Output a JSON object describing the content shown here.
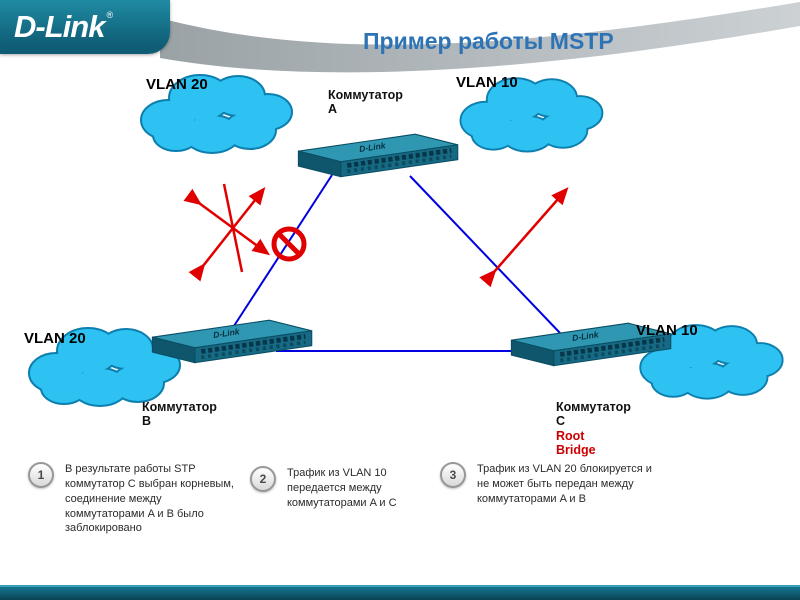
{
  "logo": {
    "text": "D-Link",
    "reg": "®"
  },
  "title": "Пример работы MSTP",
  "clouds": {
    "top_left": "VLAN 20",
    "top_right": "VLAN 10",
    "bottom_left": "VLAN 20",
    "bottom_right": "VLAN 10"
  },
  "switches": {
    "a": {
      "label": "Коммутатор\nA",
      "brand": "D-Link"
    },
    "b": {
      "label": "Коммутатор\nB",
      "brand": "D-Link"
    },
    "c": {
      "label": "Коммутатор\nC",
      "brand": "D-Link",
      "role": "Root\nBridge"
    }
  },
  "notes": [
    {
      "num": "1",
      "text": "В результате работы STP коммутатор C выбран корневым, соединение между коммутаторами A и B было заблокировано"
    },
    {
      "num": "2",
      "text": "Трафик из VLAN 10 передается между коммутаторами A и C"
    },
    {
      "num": "3",
      "text": "Трафик из VLAN 20 блокируется и не может быть передан между коммутаторами A и B"
    }
  ],
  "colors": {
    "title_blue": "#2e74b5",
    "cloud_fill": "#2ec2f2",
    "cloud_stroke": "#0d7fae",
    "link_blue": "#0000e0",
    "blocked_red": "#e00000",
    "root_red": "#cc0000",
    "header_teal": "#0e5d75"
  }
}
